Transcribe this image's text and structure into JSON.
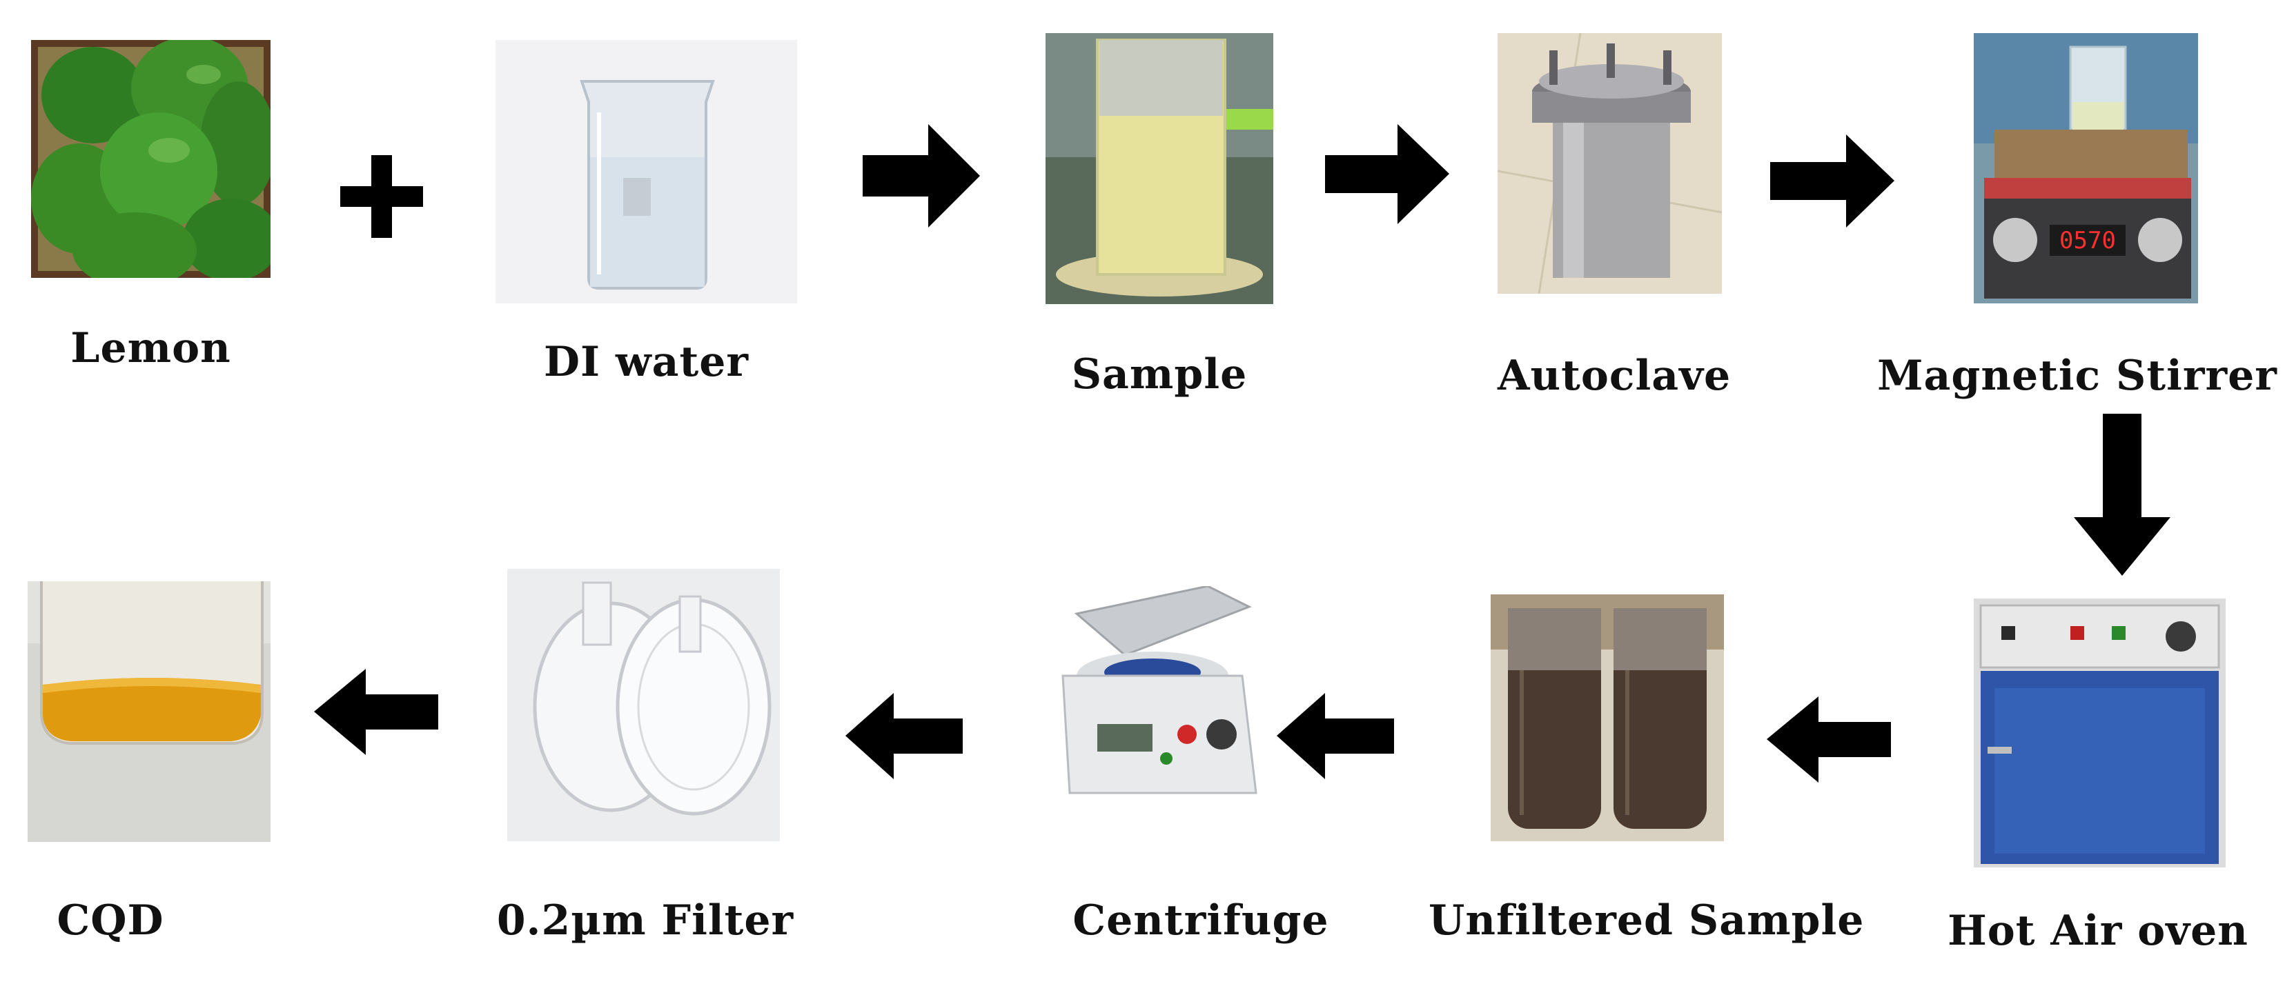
{
  "steps": {
    "lemon": "Lemon",
    "di_water": "DI water",
    "sample": "Sample",
    "autoclave": "Autoclave",
    "magnetic_stirrer": "Magnetic Stirrer",
    "hot_air_oven": "Hot Air oven",
    "unfiltered_sample": "Unfiltered  Sample",
    "centrifuge": "Centrifuge",
    "filter": "0.2µm Filter",
    "cqd": "CQD"
  },
  "stirrer_display": "0570",
  "icons": {
    "plus": "plus-icon",
    "arrow_right": "arrow-right-icon",
    "arrow_down": "arrow-down-icon",
    "arrow_left": "arrow-left-icon"
  },
  "colors": {
    "arrow": "#000000",
    "lemon_green": "#3f8f2a",
    "cqd_orange": "#e09a10",
    "oven_blue": "#2e55a8"
  }
}
